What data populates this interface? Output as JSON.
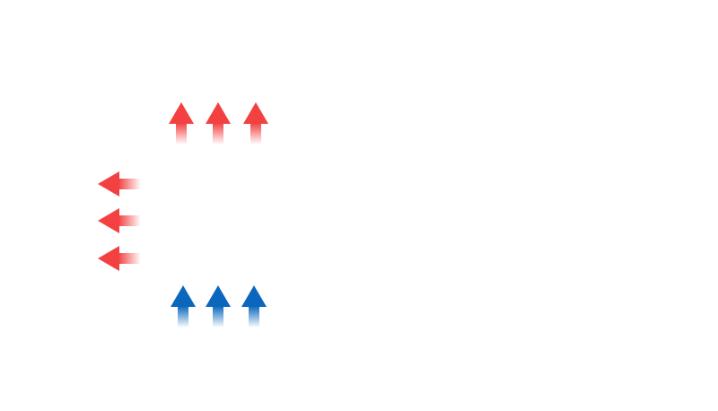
{
  "diagram": {
    "groups": [
      {
        "id": "top-red-arrows",
        "direction": "up",
        "count": 3,
        "color": "#f34141"
      },
      {
        "id": "left-red-arrows",
        "direction": "left",
        "count": 3,
        "color": "#f34141"
      },
      {
        "id": "bottom-blue-arrows",
        "direction": "up",
        "count": 3,
        "color": "#0b67bd"
      }
    ]
  }
}
